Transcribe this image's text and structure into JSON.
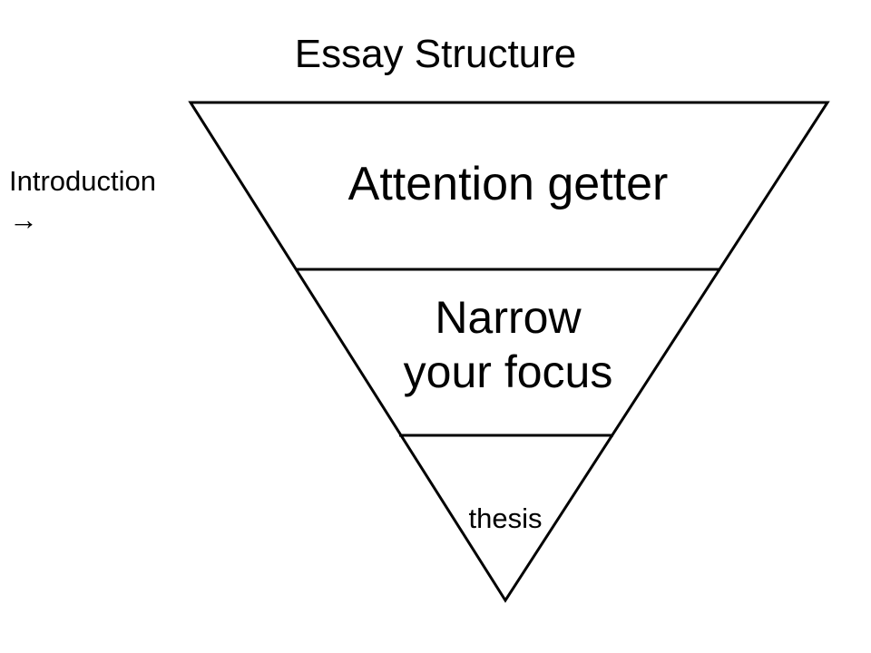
{
  "title": "Essay Structure",
  "side": {
    "label": "Introduction",
    "arrow": "→",
    "arrow_icon": "right-arrow-icon"
  },
  "funnel": {
    "sections": [
      {
        "lines": [
          "Attention getter"
        ]
      },
      {
        "lines": [
          "Narrow",
          "your focus"
        ]
      },
      {
        "lines": [
          "thesis"
        ]
      }
    ]
  }
}
